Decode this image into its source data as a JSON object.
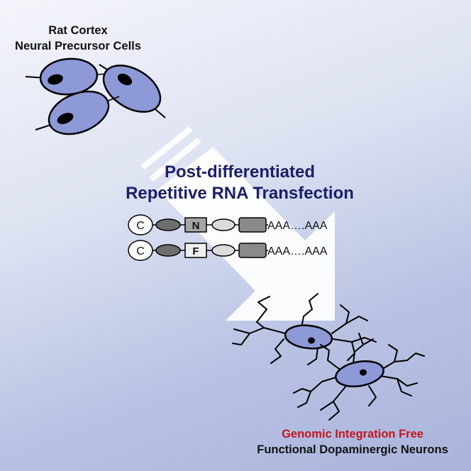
{
  "top_caption": {
    "line1": "Rat Cortex",
    "line2": "Neural Precursor Cells"
  },
  "center_caption": {
    "line1": "Post-differentiated",
    "line2": "Repetitive RNA Transfection"
  },
  "constructs": [
    {
      "cap": "C",
      "gene": "N",
      "polyA": "AAA….AAA",
      "gene_fill": "#a5a5a5"
    },
    {
      "cap": "C",
      "gene": "F",
      "polyA": "AAA….AAA",
      "gene_fill": "#efefef"
    }
  ],
  "bottom_caption": {
    "line1": "Genomic Integration Free",
    "line2": "Functional Dopaminergic Neurons"
  },
  "colors": {
    "cell_fill": "#8e99d8",
    "nucleus": "#000000",
    "title_blue": "#1c1f66",
    "highlight_red": "#c3151d"
  }
}
